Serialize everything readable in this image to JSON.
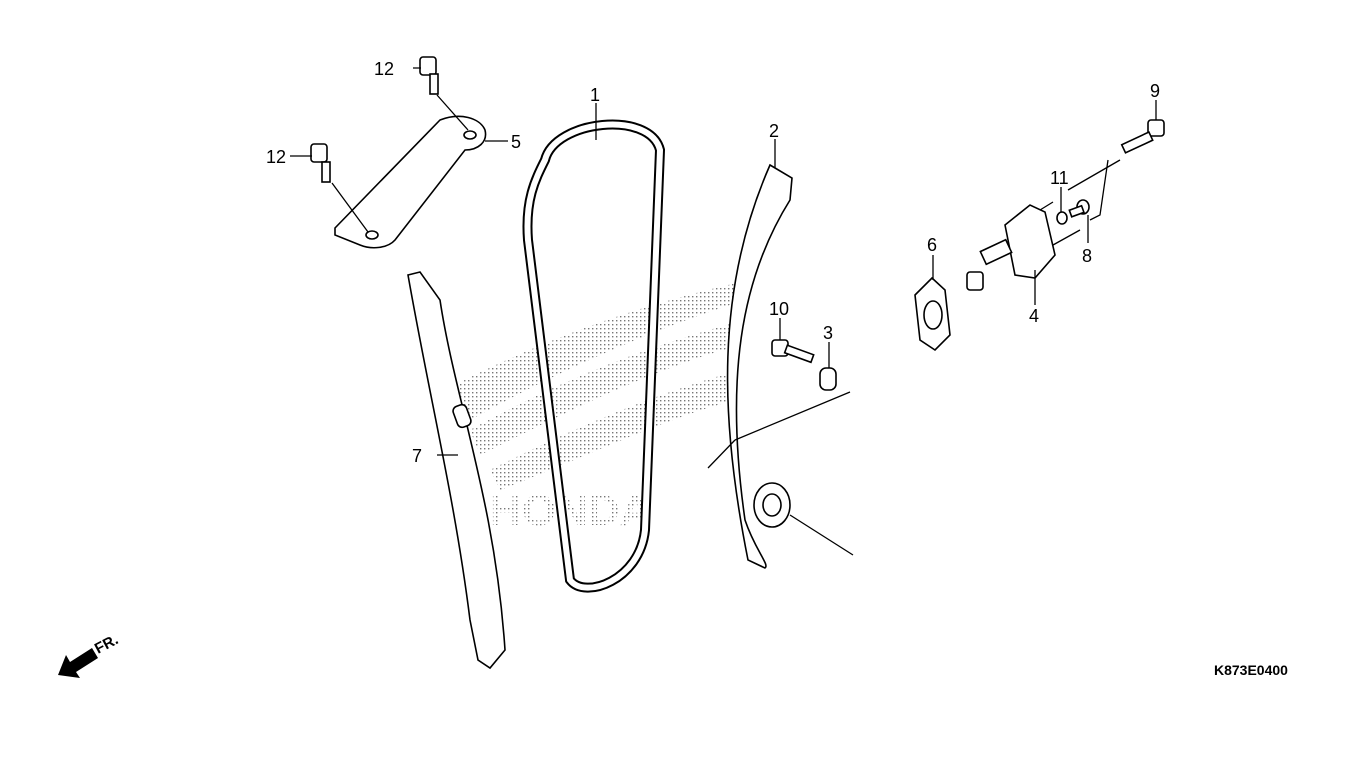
{
  "diagram": {
    "watermark_text": "HONDA",
    "direction_label": "FR.",
    "diagram_code": "K873E0400",
    "callouts": {
      "cam_chain": "1",
      "tensioner_slipper": "2",
      "collar": "3",
      "tensioner_lifter": "4",
      "chain_guide_plate": "5",
      "gasket": "6",
      "guide_slipper": "7",
      "bolt_8": "8",
      "bolt_9": "9",
      "bolt_10": "10",
      "washer_11": "11",
      "bolt_12_upper": "12",
      "bolt_12_lower": "12"
    }
  }
}
